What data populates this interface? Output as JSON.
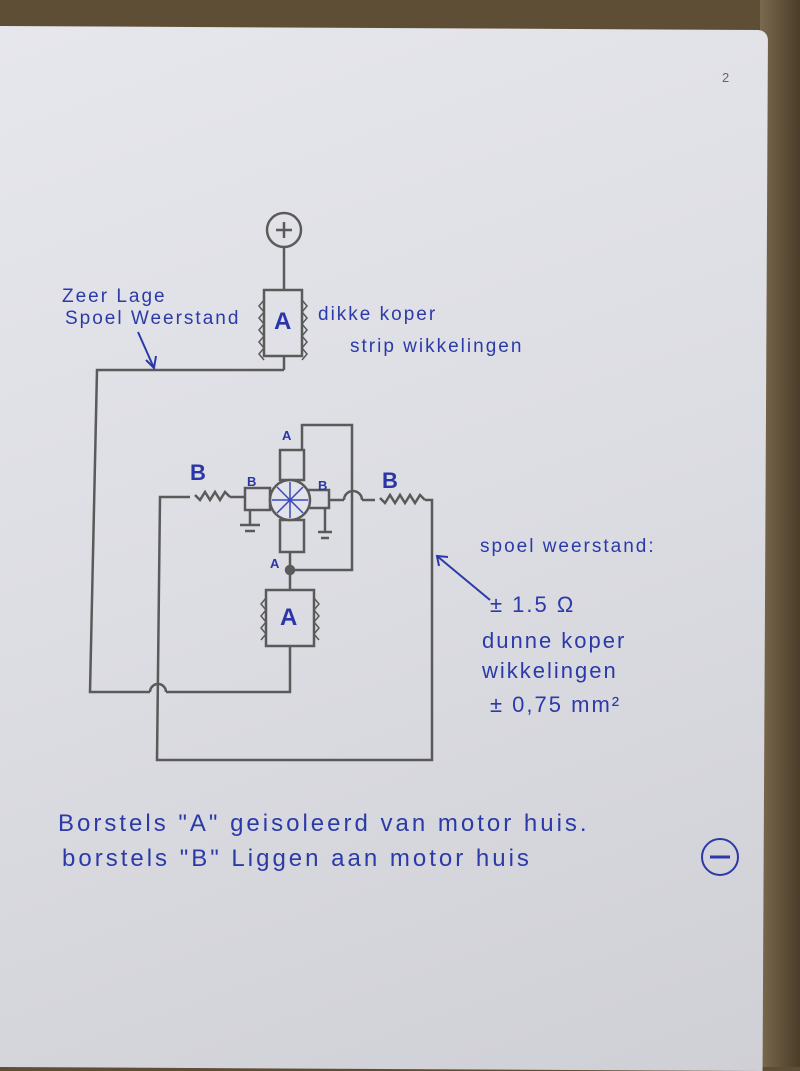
{
  "page_number": "2",
  "terminals": {
    "positive": "⊕",
    "negative": "⊖"
  },
  "labels": {
    "armature_coil_top": "A",
    "armature_coil_bottom": "A",
    "field_left": "B",
    "field_right": "B",
    "brush_top": "A",
    "brush_bottom": "A",
    "brush_left": "B",
    "brush_right": "B"
  },
  "notes": {
    "low_resistance_1": "Zeer Lage",
    "low_resistance_2": "Spoel Weerstand",
    "thick_1": "dikke koper",
    "thick_2": "strip wikkelingen",
    "coil_res": "spoel weerstand:",
    "coil_value": "± 1.5 Ω",
    "thin_1": "dunne koper",
    "thin_2": "wikkelingen",
    "thin_size": "± 0,75 mm²",
    "brushes_a": "Borstels \"A\" geisoleerd van motor huis.",
    "brushes_b": "borstels \"B\" Liggen aan motor huis"
  },
  "colors": {
    "ink": "#2b3aa8",
    "pencil": "#5a5a5a",
    "paper": "#dfe0e5"
  }
}
